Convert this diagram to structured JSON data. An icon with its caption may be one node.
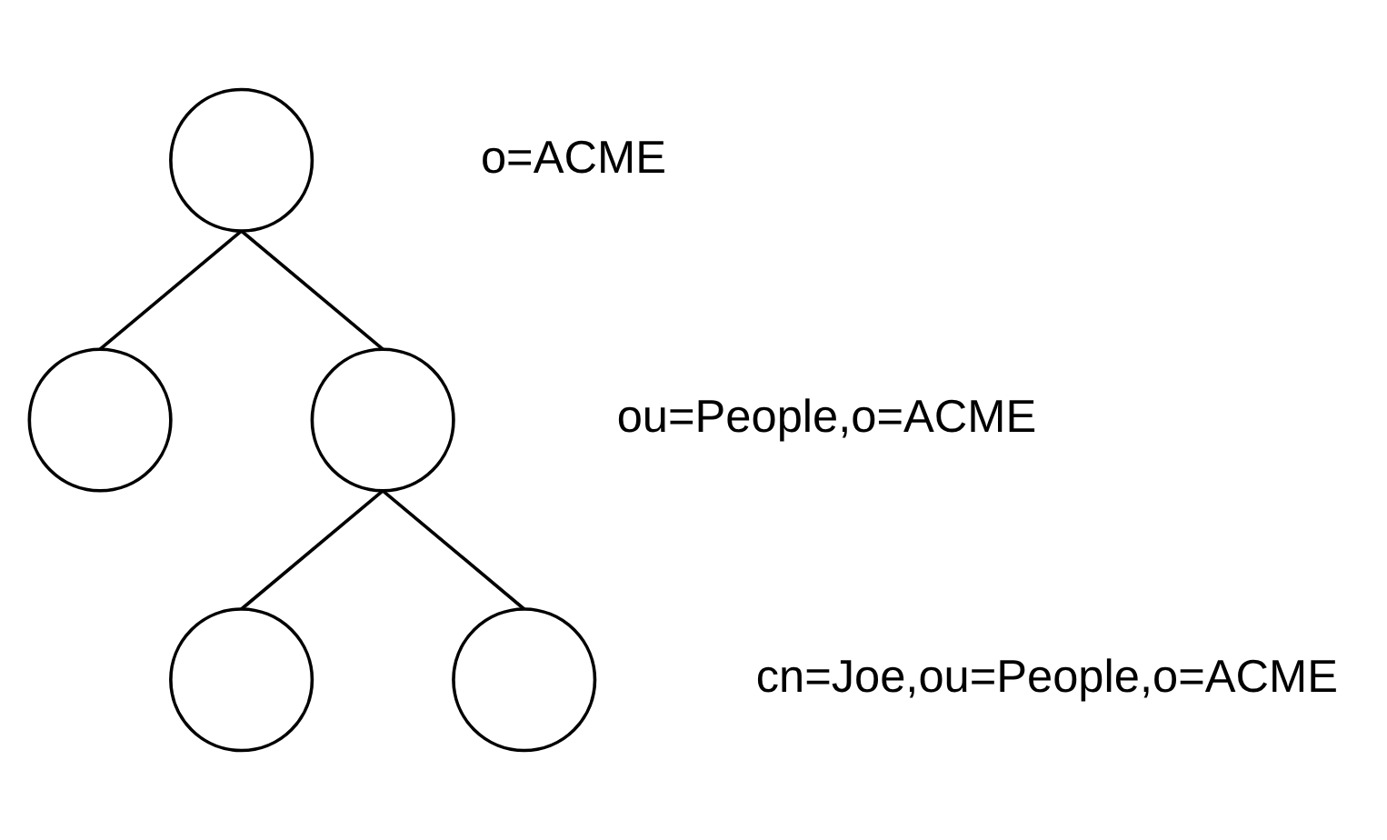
{
  "diagram": {
    "nodes": [
      {
        "text": [],
        "shape": "circle",
        "beside": [
          "o=ACME"
        ]
      },
      {
        "text": [],
        "shape": "circle"
      },
      {
        "text": [],
        "shape": "circle",
        "beside": [
          "ou=People,o=ACME"
        ]
      },
      {
        "text": [],
        "shape": "circle"
      },
      {
        "text": [],
        "shape": "circle",
        "beside": [
          "cn=Joe,ou=People,o=ACME"
        ]
      }
    ],
    "edges": [
      {
        "from": 0,
        "to": 1,
        "arrow": "none"
      },
      {
        "from": 0,
        "to": 2,
        "arrow": "none"
      },
      {
        "from": 2,
        "to": 3,
        "arrow": "none"
      },
      {
        "from": 2,
        "to": 4,
        "arrow": "none"
      }
    ]
  }
}
